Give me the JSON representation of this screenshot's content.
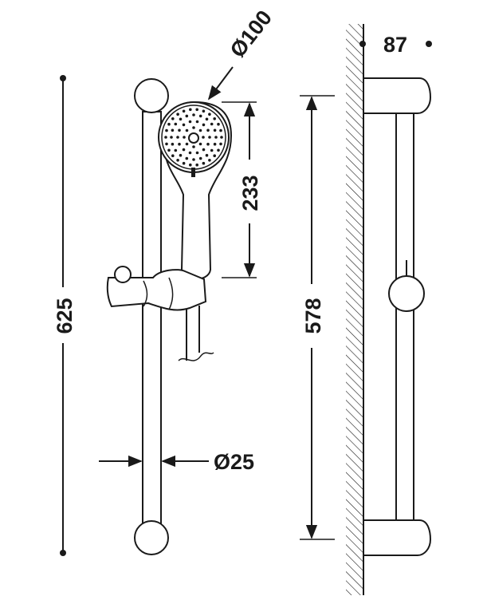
{
  "dimensions": {
    "head_diameter": "Ø100",
    "total_height": "625",
    "head_to_slider": "233",
    "bar_length": "578",
    "bar_diameter": "Ø25",
    "wall_projection": "87"
  },
  "colors": {
    "ink": "#1a1a1a",
    "paper": "#ffffff"
  }
}
